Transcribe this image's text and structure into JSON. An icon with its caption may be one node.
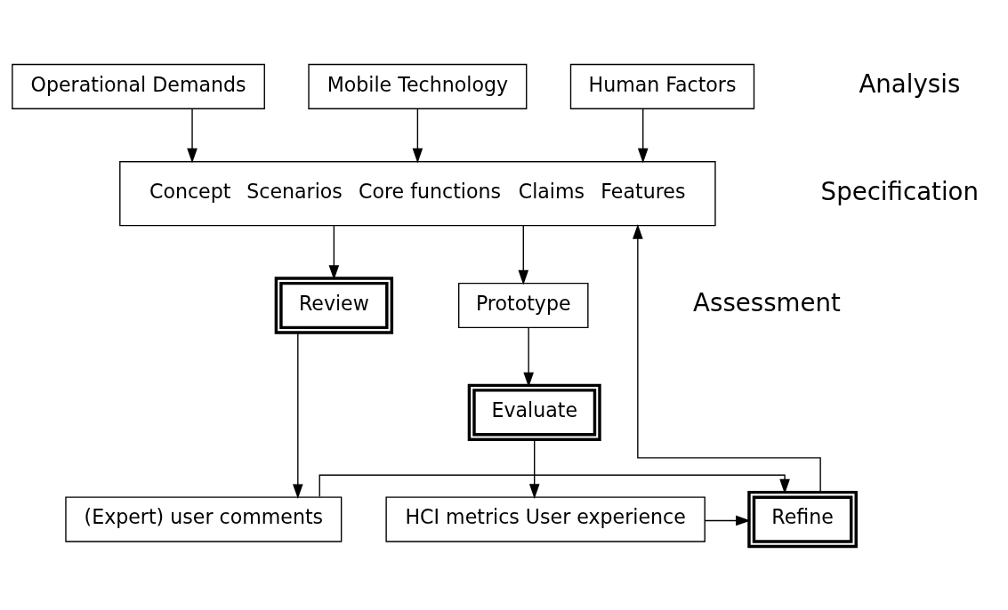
{
  "diagram": {
    "nodes": [
      {
        "text": [
          "Operational Demands"
        ]
      },
      {
        "text": [
          "Mobile Technology"
        ]
      },
      {
        "text": [
          "Human Factors"
        ]
      },
      {
        "text": [
          "Concept",
          "Scenarios",
          "Core functions",
          "Claims",
          "Features"
        ]
      },
      {
        "text": [
          "Review"
        ]
      },
      {
        "text": [
          "Prototype"
        ]
      },
      {
        "text": [
          "Evaluate"
        ]
      },
      {
        "text": [
          "(Expert) user comments"
        ]
      },
      {
        "text": [
          "Refine"
        ]
      },
      {
        "text": [
          "HCI metrics User experience"
        ]
      }
    ],
    "edges": [
      {
        "from": 0,
        "to": 3,
        "arrow": "to"
      },
      {
        "from": 1,
        "to": 3,
        "arrow": "to"
      },
      {
        "from": 2,
        "to": 3,
        "arrow": "to"
      },
      {
        "from": 3,
        "to": 4,
        "arrow": "to"
      },
      {
        "from": 4,
        "to": 7,
        "arrow": "to"
      },
      {
        "from": 3,
        "to": 5,
        "arrow": "to"
      },
      {
        "from": 5,
        "to": 6,
        "arrow": "to"
      },
      {
        "from": 6,
        "to": 9,
        "arrow": "to"
      },
      {
        "from": 7,
        "to": 8,
        "arrow": "to"
      },
      {
        "from": 9,
        "to": 8,
        "arrow": "to"
      },
      {
        "from": 8,
        "to": 3,
        "arrow": "to"
      }
    ],
    "labels": [
      "Analysis",
      "Specification",
      "Assessment"
    ]
  }
}
